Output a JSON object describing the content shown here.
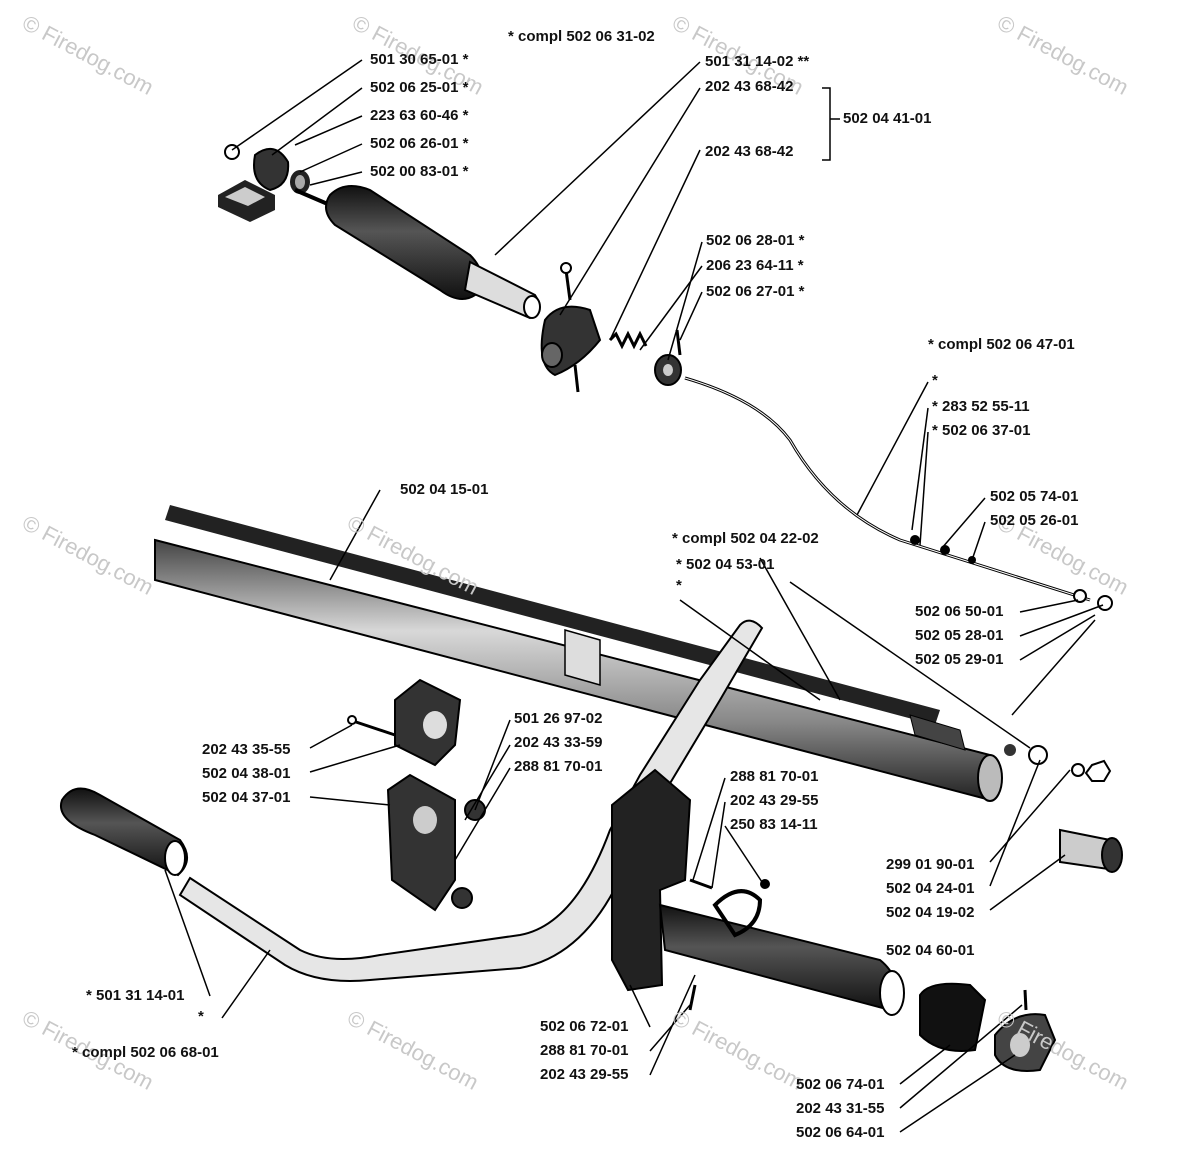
{
  "watermark": "© Firedog.com",
  "labels": [
    "* compl 502 06 31-02",
    "501 30 65-01  *",
    "502 06 25-01  *",
    "223 63 60-46  *",
    "502 06 26-01  *",
    "502 00 83-01  *",
    "501 31 14-02  **",
    "202 43 68-42",
    "202 43 68-42",
    "502 04 41-01",
    "502 06 28-01  *",
    "206 23 64-11  *",
    "502 06 27-01  *",
    "*  compl 502 06 47-01",
    "*",
    "*  283 52 55-11",
    "*  502 06 37-01",
    "502 05 74-01",
    "502 05 26-01",
    "502 04 15-01",
    "*  compl 502 04 22-02",
    "*  502 04 53-01",
    "*",
    "502 06 50-01",
    "502 05 28-01",
    "502 05 29-01",
    "501 26 97-02",
    "202 43 33-59",
    "288 81 70-01",
    "202 43 35-55",
    "502 04 38-01",
    "502 04 37-01",
    "288 81 70-01",
    "202 43 29-55",
    "250 83 14-11",
    "299 01 90-01",
    "502 04 24-01",
    "502 04 19-02",
    "502 04 60-01",
    "*  501 31 14-01",
    "*",
    "*  compl 502 06 68-01",
    "502 06 72-01",
    "288 81 70-01",
    "202 43 29-55",
    "502 06 74-01",
    "202 43 31-55",
    "502 06 64-01"
  ]
}
